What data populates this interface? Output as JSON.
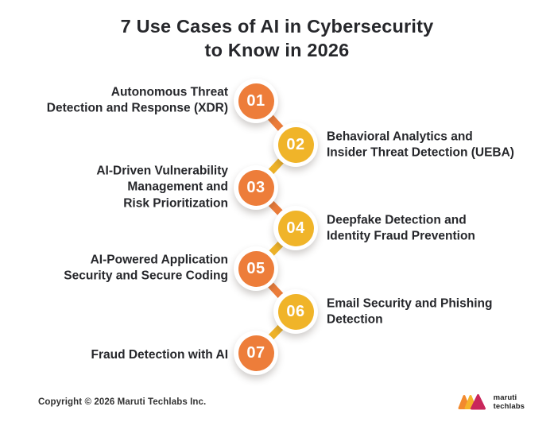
{
  "title": {
    "line1": "7 Use Cases of AI in Cybersecurity",
    "line2": "to Know in 2026"
  },
  "steps": [
    {
      "number": "01",
      "label": "Autonomous Threat\nDetection and Response (XDR)",
      "side": "left",
      "color": "#ED7D3A"
    },
    {
      "number": "02",
      "label": "Behavioral Analytics and\nInsider Threat Detection (UEBA)",
      "side": "right",
      "color": "#F0B429"
    },
    {
      "number": "03",
      "label": "AI-Driven Vulnerability\nManagement and\nRisk Prioritization",
      "side": "left",
      "color": "#ED7D3A"
    },
    {
      "number": "04",
      "label": "Deepfake Detection and\nIdentity Fraud Prevention",
      "side": "right",
      "color": "#F0B429"
    },
    {
      "number": "05",
      "label": "AI-Powered Application\nSecurity and Secure Coding",
      "side": "left",
      "color": "#ED7D3A"
    },
    {
      "number": "06",
      "label": "Email Security and Phishing\nDetection",
      "side": "right",
      "color": "#F0B429"
    },
    {
      "number": "07",
      "label": "Fraud Detection with AI",
      "side": "left",
      "color": "#ED7D3A"
    }
  ],
  "colors": {
    "orange": "#ED7D3A",
    "yellow": "#F0B429",
    "text_dark": "#26272B",
    "logo_orange": "#F28A2E",
    "logo_yellow": "#F5B32B",
    "logo_pink": "#C9275B"
  },
  "footer": {
    "copyright": "Copyright © 2026 Maruti Techlabs Inc.",
    "brand_line1": "maruti",
    "brand_line2": "techlabs"
  }
}
